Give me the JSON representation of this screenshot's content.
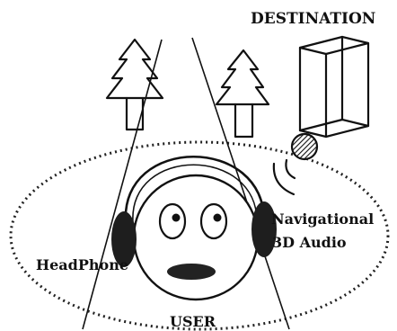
{
  "labels": {
    "destination": "DESTINATION",
    "navigational_line1": "Navigational",
    "navigational_line2": "3D Audio",
    "headphone": "HeadPhone",
    "user": "USER"
  },
  "icons": {
    "tree": "pine-tree-icon",
    "building": "building-icon",
    "sound_source": "sound-source-icon",
    "face": "user-face-icon"
  },
  "colors": {
    "ink": "#111111",
    "background": "#ffffff"
  }
}
